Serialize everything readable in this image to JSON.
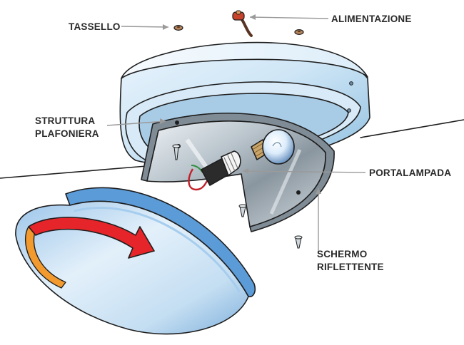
{
  "labels": {
    "tassello": "TASSELLO",
    "alimentazione": "ALIMENTAZIONE",
    "struttura_line1": "STRUTTURA",
    "struttura_line2": "PLAFONIERA",
    "portalampada": "PORTALAMPADA",
    "schermo_line1": "SCHERMO",
    "schermo_line2": "RIFLETTENTE"
  },
  "icons": {
    "rotation_arrow": "curved-arrow-icon",
    "lamp": "light-bulb-icon",
    "socket": "lamp-socket-icon",
    "screw": "screw-icon",
    "wall_plug": "wall-plug-icon"
  },
  "colors": {
    "label_text": "#2a2a2a",
    "leader_line": "#9a9a9a",
    "base_blue": "#cfe6f6",
    "base_shadow": "#8fbfe0",
    "reflector": "#b9c4cc",
    "cover": "#c4def2",
    "cover_rim": "#5b9bd8",
    "arrow_red": "#e6252a",
    "arrow_orange": "#f39a2e",
    "bulb": "#dcecfb",
    "dowel": "#b5835a"
  }
}
